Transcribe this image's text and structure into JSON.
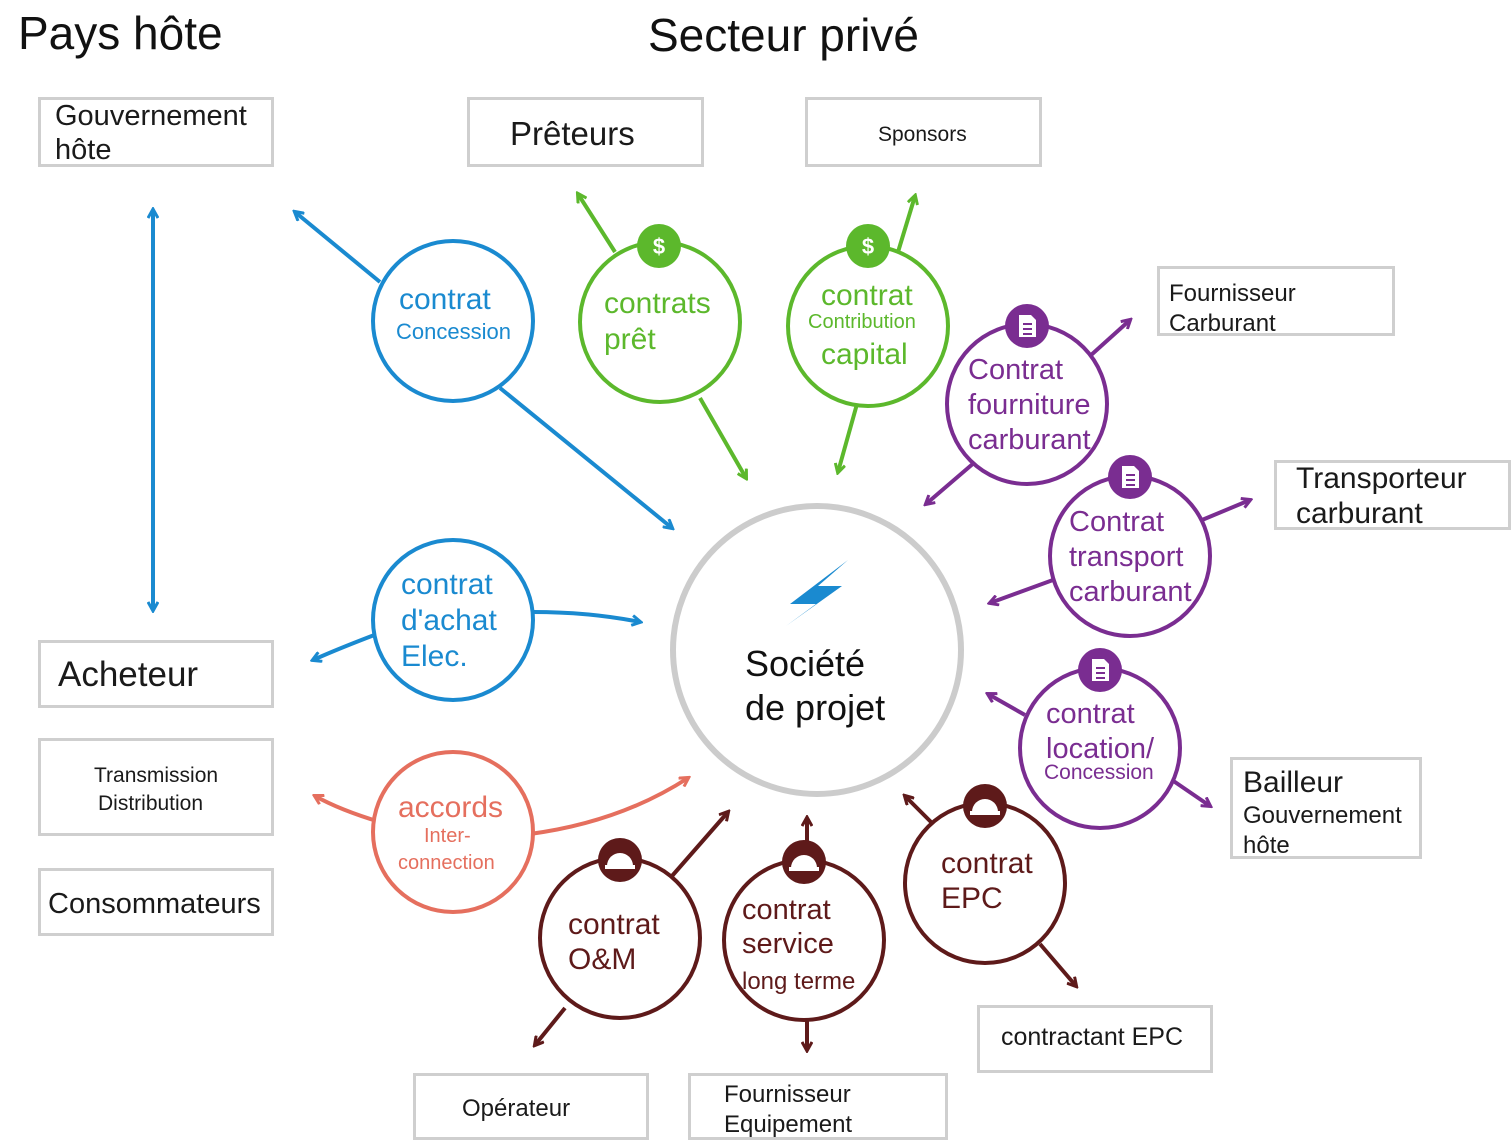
{
  "headings": {
    "left": "Pays hôte",
    "right": "Secteur privé"
  },
  "center": {
    "line1": "Société",
    "line2": "de projet"
  },
  "parties": {
    "gouvernement": [
      "Gouvernement",
      "hôte"
    ],
    "preteurs": "Prêteurs",
    "sponsors": "Sponsors",
    "fournisseur_carburant": [
      "Fournisseur",
      "Carburant"
    ],
    "transporteur": [
      "Transporteur",
      "carburant"
    ],
    "bailleur": [
      "Bailleur",
      "Gouvernement",
      "hôte"
    ],
    "acheteur": "Acheteur",
    "transmission": [
      "Transmission",
      "Distribution"
    ],
    "consommateurs": "Consommateurs",
    "contractant_epc": "contractant EPC",
    "operateur": "Opérateur",
    "fournisseur_equipement": [
      "Fournisseur",
      "Equipement"
    ]
  },
  "contracts": {
    "concession": [
      "contrat",
      "Concession"
    ],
    "pret": [
      "contrats",
      "prêt"
    ],
    "capital": [
      "contrat",
      "Contribution",
      "capital"
    ],
    "fourniture": [
      "Contrat",
      "fourniture",
      "carburant"
    ],
    "transport": [
      "Contrat",
      "transport",
      "carburant"
    ],
    "location": [
      "contrat",
      "location/",
      "Concession"
    ],
    "achat": [
      "contrat",
      "d'achat",
      "Elec."
    ],
    "interconnection": [
      "accords",
      "Inter-",
      "connection"
    ],
    "epc": [
      "contrat",
      "EPC"
    ],
    "service": [
      "contrat",
      "service",
      "long terme"
    ],
    "om": [
      "contrat",
      "O&M"
    ]
  },
  "icons": {
    "money": "dollar-icon",
    "document": "document-icon",
    "helmet": "hard-hat-icon",
    "bolt": "lightning-bolt-icon"
  },
  "colors": {
    "blue": "#1a8ad0",
    "green": "#5cb82c",
    "purple": "#7a2d91",
    "salmon": "#e56f5e",
    "maroon": "#5e1a1a",
    "box_border": "#cfcfcf",
    "center_ring": "#cccccc"
  }
}
